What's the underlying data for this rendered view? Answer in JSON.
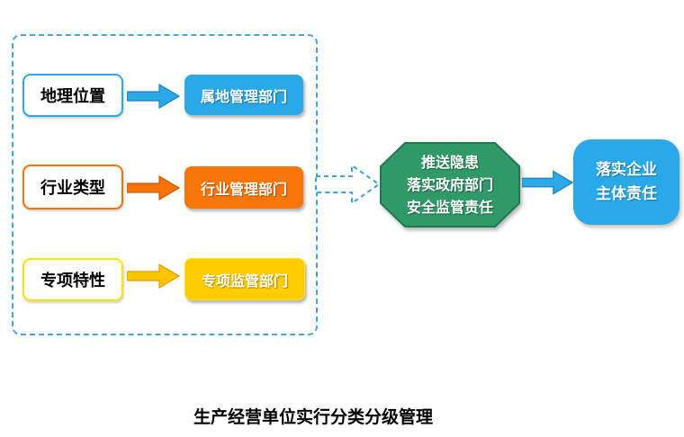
{
  "diagram": {
    "caption": "生产经营单位实行分类分级管理",
    "rows": [
      {
        "source": "地理位置",
        "target": "属地管理部门",
        "color": "#29a9e8"
      },
      {
        "source": "行业类型",
        "target": "行业管理部门",
        "color": "#f87508"
      },
      {
        "source": "专项特性",
        "target": "专项监管部门",
        "color": "#ffcc00"
      }
    ],
    "octagon": {
      "lines": [
        "推送隐患",
        "落实政府部门",
        "安全监管责任"
      ],
      "fill": "#2f9968",
      "border": "#1e7a50"
    },
    "result_box": {
      "lines": [
        "落实企业",
        "主体责任"
      ],
      "fill": "#29a9e8"
    },
    "frame_border_color": "#45a8da"
  }
}
